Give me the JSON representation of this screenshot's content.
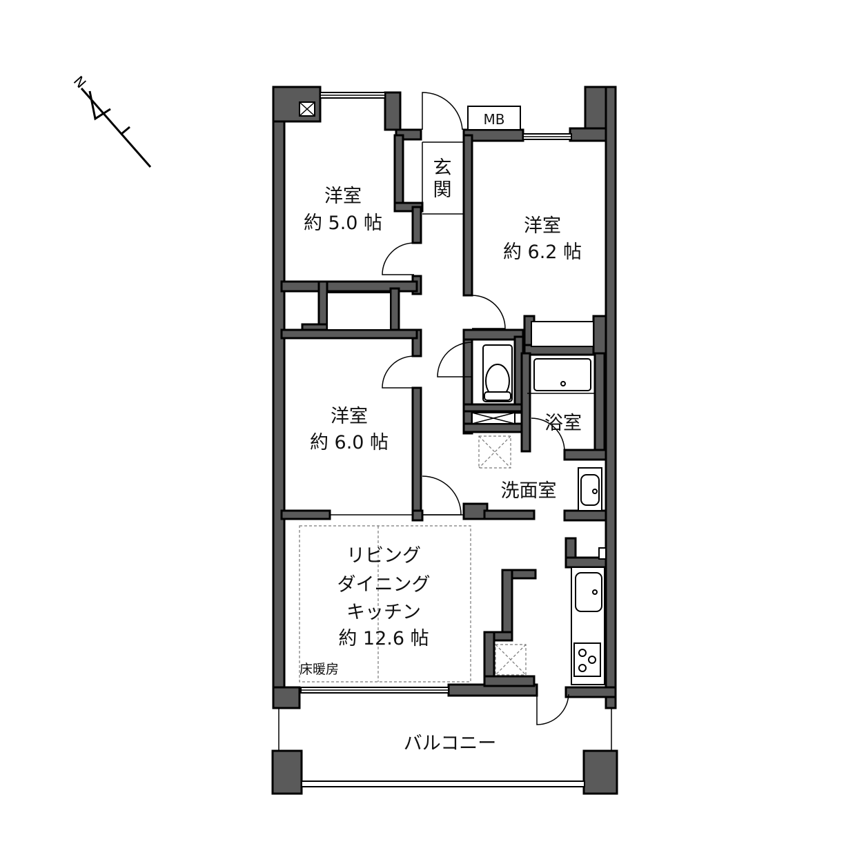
{
  "rooms": {
    "bedroom_nw": {
      "name": "洋室",
      "size": "約 5.0 帖"
    },
    "bedroom_ne": {
      "name": "洋室",
      "size": "約 6.2 帖"
    },
    "bedroom_w": {
      "name": "洋室",
      "size": "約 6.0 帖"
    },
    "ldk": {
      "line1": "リビング",
      "line2": "ダイニング",
      "line3": "キッチン",
      "size": "約 12.6 帖"
    },
    "entrance": {
      "char1": "玄",
      "char2": "関"
    },
    "bathroom": "浴室",
    "washroom": "洗面室",
    "balcony": "バルコニー",
    "floor_heating": "床暖房",
    "meter_box": "MB"
  },
  "compass": {
    "north_label": "N"
  }
}
